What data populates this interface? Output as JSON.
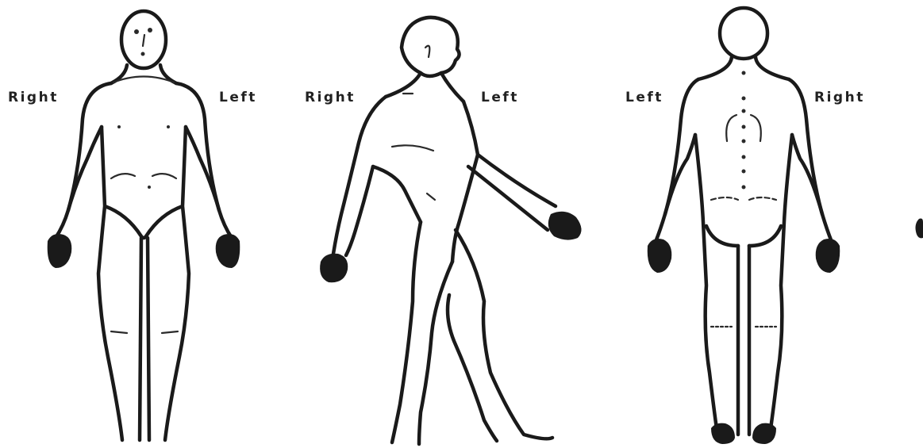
{
  "figures": [
    {
      "view": "front",
      "label_left": "Right",
      "label_right": "Left"
    },
    {
      "view": "side",
      "label_left": "Right",
      "label_right": "Left"
    },
    {
      "view": "back",
      "label_left": "Left",
      "label_right": "Right"
    }
  ],
  "colors": {
    "outline": "#1a1a1a",
    "background": "#ffffff"
  }
}
